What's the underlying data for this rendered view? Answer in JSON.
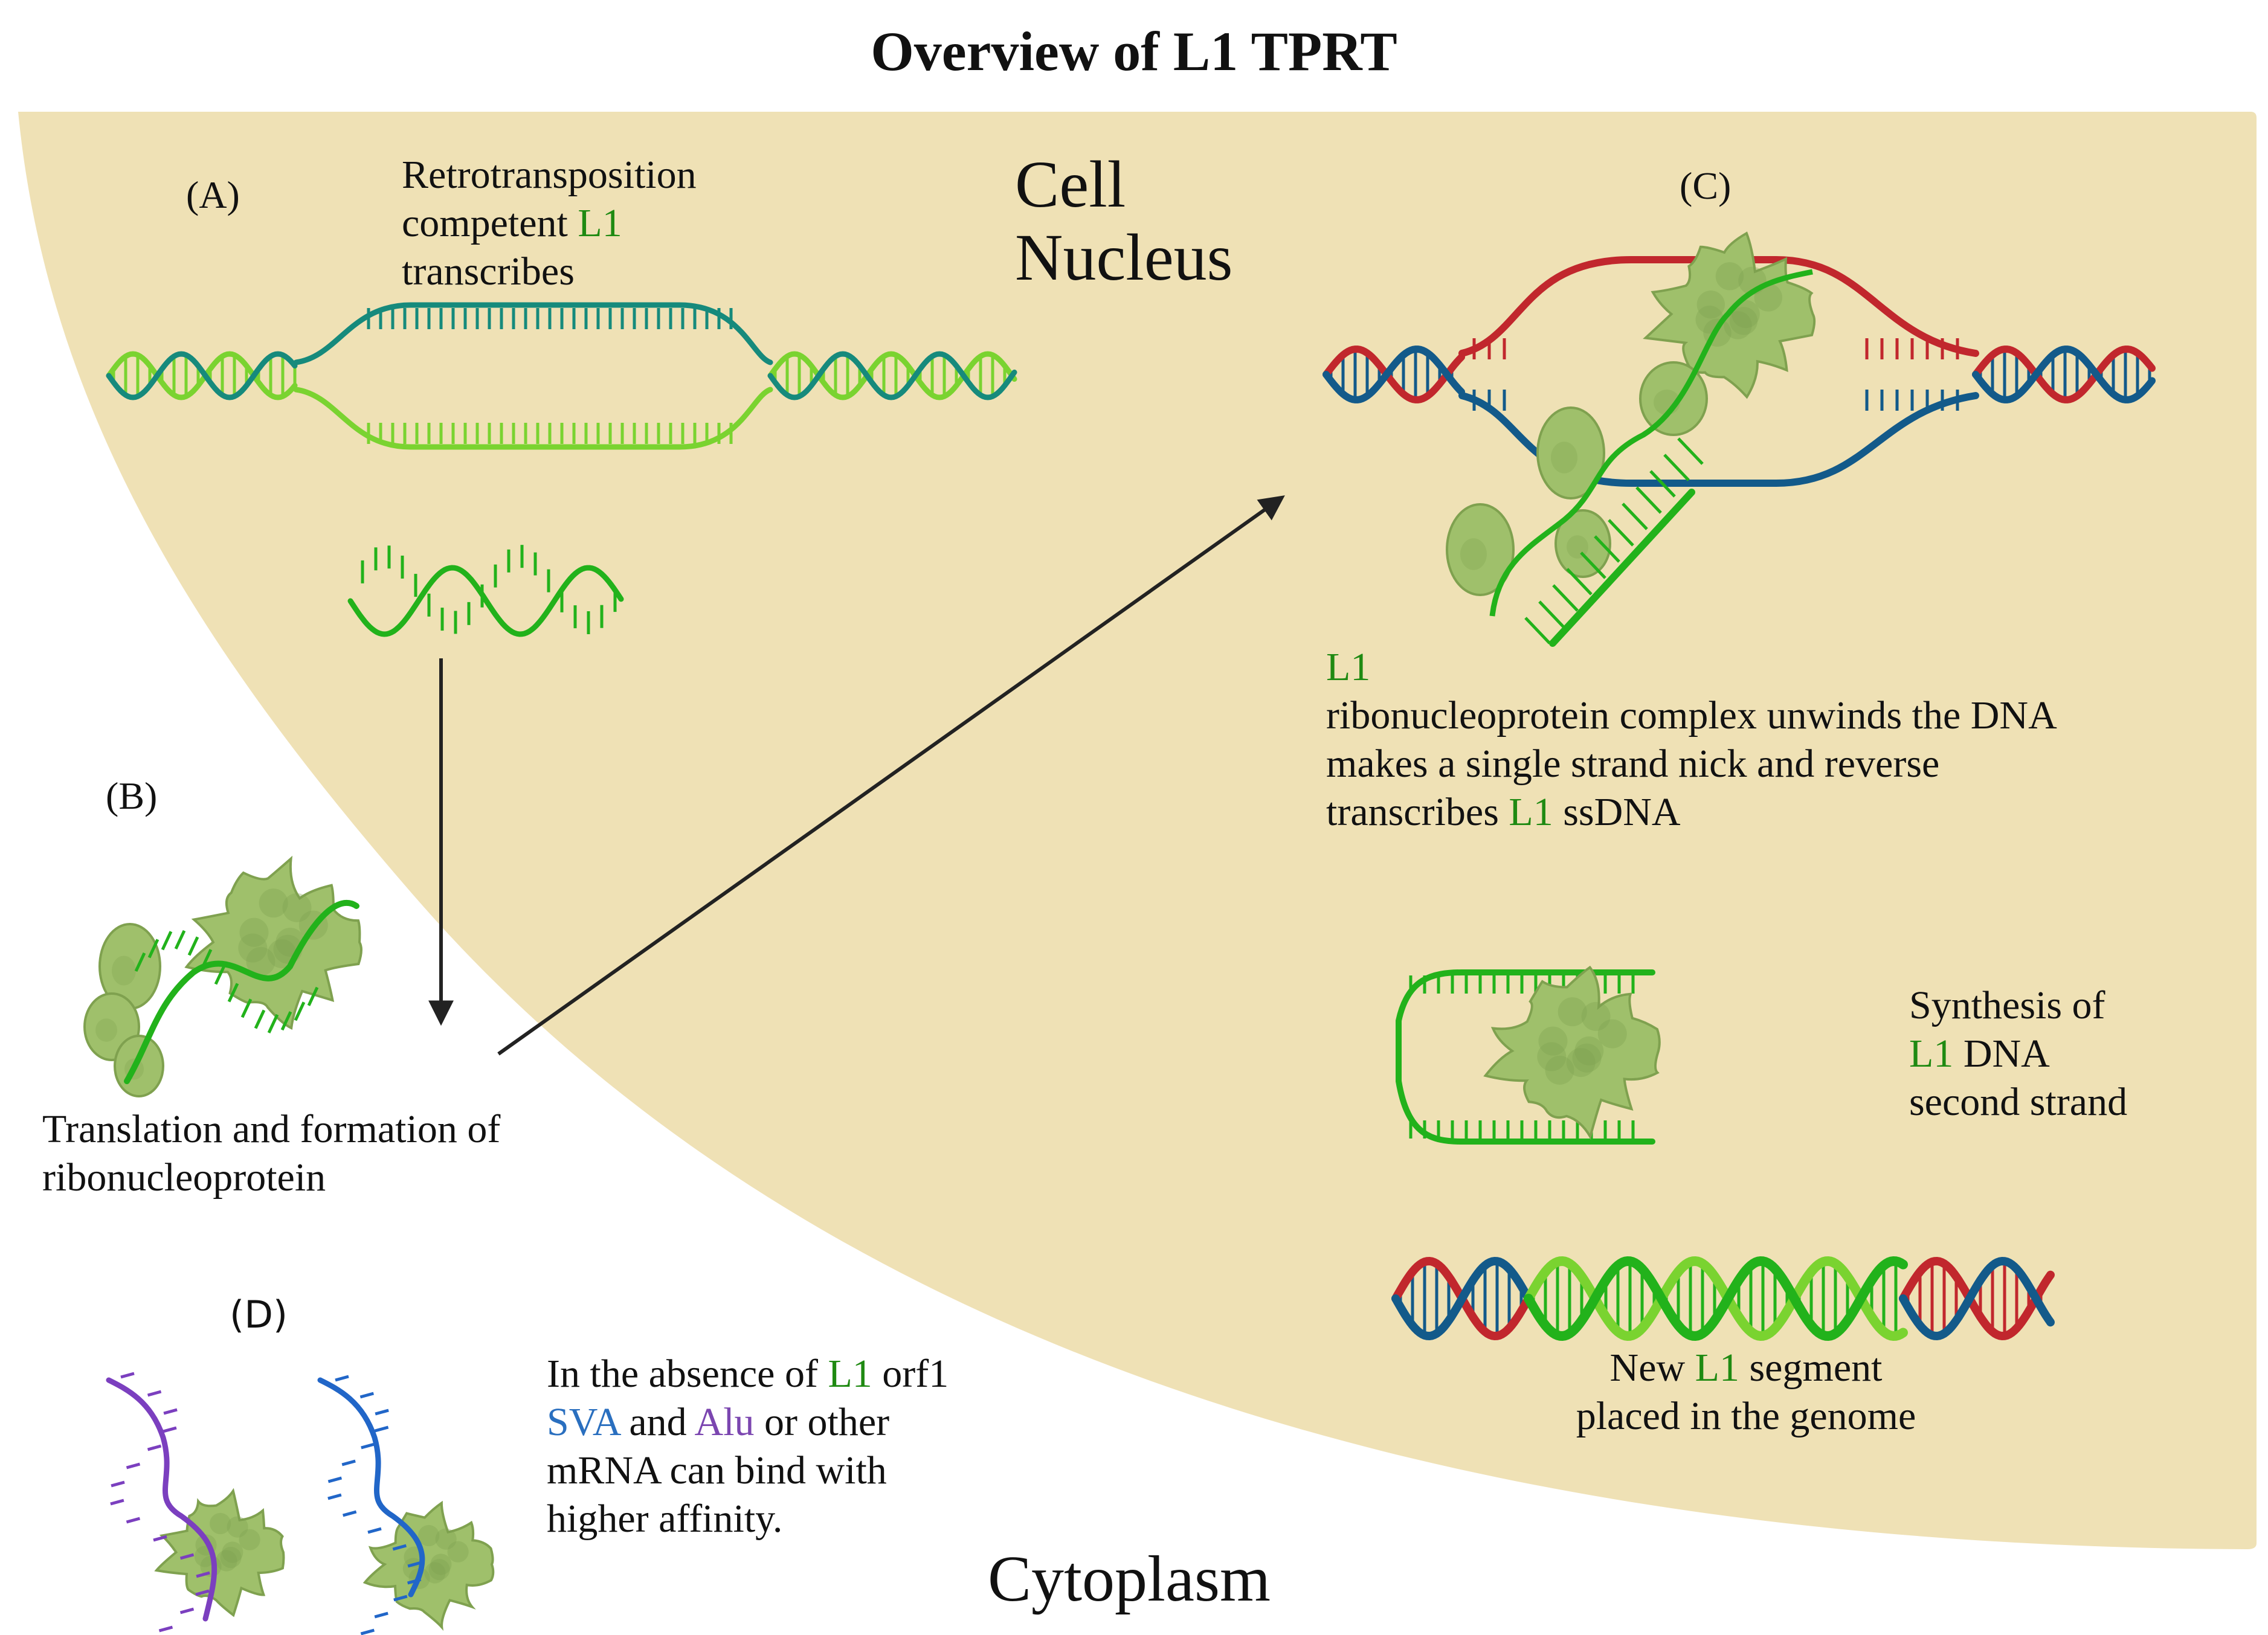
{
  "title": "Overview of L1 TPRT",
  "regions": {
    "nucleus": [
      "Cell",
      "Nucleus"
    ],
    "cytoplasm": "Cytoplasm"
  },
  "steps": {
    "a": {
      "label": "(A)",
      "text": [
        "Retrotransposition",
        "competent ",
        "L1",
        "transcribes"
      ]
    },
    "b": {
      "label": "(B)",
      "text": [
        "Translation and formation of",
        "ribonucleoprotein"
      ]
    },
    "c": {
      "label": "(C)",
      "text": [
        "L1",
        "ribonucleoprotein complex unwinds the DNA",
        "makes a single strand nick and reverse",
        "transcribes ",
        "L1",
        " ssDNA"
      ]
    },
    "synthesis": {
      "text": [
        "Synthesis of",
        "L1",
        " DNA",
        "second strand"
      ]
    },
    "new_segment": {
      "text": [
        "New ",
        "L1",
        " segment",
        "placed in the genome"
      ]
    },
    "d": {
      "label": "(D)",
      "text": [
        "In the absence of ",
        "L1",
        " orf1",
        "SVA",
        " and ",
        "Alu",
        " or other",
        "mRNA can  bind with",
        "higher affinity."
      ]
    }
  },
  "colors": {
    "nucleus": "#efe1b5",
    "l1_strand": "#22b21b",
    "l1_light": "#7ad330",
    "teal_strand": "#168a7c",
    "host_red": "#c1272d",
    "host_blue": "#135a8a",
    "protein": "#9fc06b",
    "protein_dark": "#7fa14f",
    "alu": "#7b3fbf",
    "sva": "#2166c8",
    "arrow": "#222222"
  }
}
